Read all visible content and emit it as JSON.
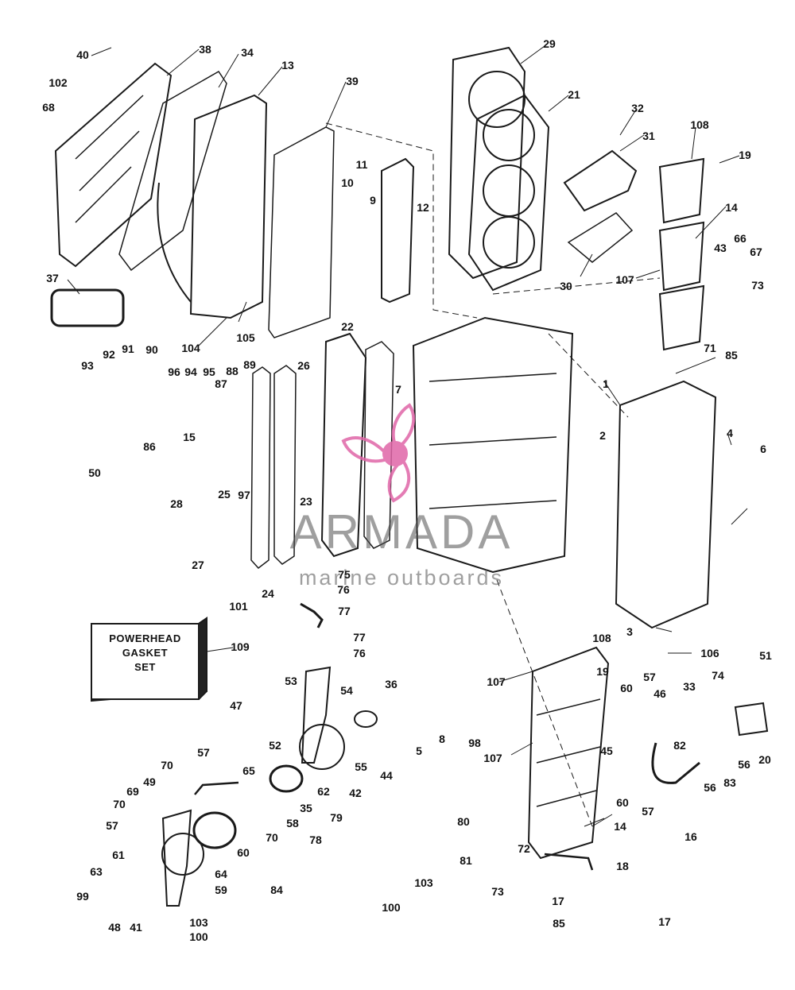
{
  "box_text": [
    "POWERHEAD",
    "GASKET",
    "SET"
  ],
  "box_part_number": "109",
  "watermark": {
    "title": "ARMADA",
    "subtitle": "marine outboards",
    "color": "#e066a8"
  },
  "part_numbers": [
    "40",
    "38",
    "34",
    "13",
    "102",
    "68",
    "39",
    "29",
    "21",
    "32",
    "31",
    "108",
    "19",
    "11",
    "10",
    "9",
    "12",
    "14",
    "43",
    "66",
    "67",
    "37",
    "107",
    "73",
    "30",
    "105",
    "104",
    "22",
    "85",
    "71",
    "93",
    "92",
    "91",
    "90",
    "96",
    "94",
    "95",
    "87",
    "88",
    "89",
    "26",
    "7",
    "1",
    "2",
    "4",
    "6",
    "86",
    "15",
    "50",
    "28",
    "25",
    "97",
    "23",
    "27",
    "75",
    "76",
    "77",
    "24",
    "101",
    "3",
    "106",
    "51",
    "53",
    "54",
    "36",
    "47",
    "52",
    "55",
    "74",
    "33",
    "46",
    "60",
    "57",
    "8",
    "5",
    "98",
    "45",
    "82",
    "56",
    "83",
    "20",
    "16",
    "44",
    "42",
    "79",
    "78",
    "80",
    "81",
    "72",
    "17",
    "18",
    "63",
    "61",
    "99",
    "48",
    "41",
    "103",
    "100",
    "84",
    "59",
    "64",
    "62",
    "35",
    "58",
    "65",
    "70",
    "69",
    "49"
  ]
}
